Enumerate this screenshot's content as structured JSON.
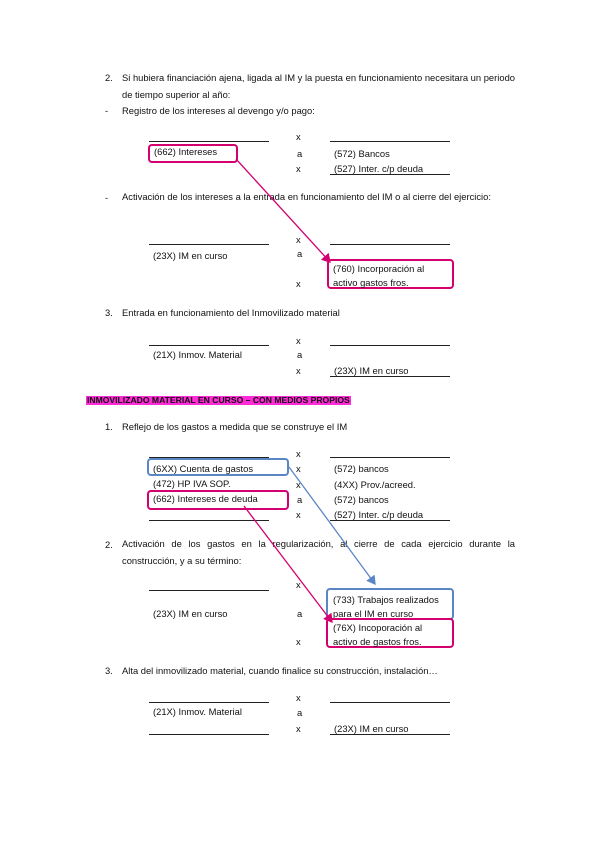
{
  "colors": {
    "pink_box": "#d4006f",
    "blue_box": "#5b86c6",
    "highlight": "#ff2bd6"
  },
  "section1": {
    "item2_num": "2.",
    "item2_text": "Si hubiera financiación ajena, ligada al IM y la puesta en funcionamiento necesitara un periodo de tiempo superior al año:",
    "bullet_a": "-",
    "bullet_a_text": "Registro de los intereses al devengo y/o pago:",
    "entry1": {
      "x1": "x",
      "debit": "(662) Intereses",
      "a": "a",
      "credit1": "(572) Bancos",
      "x2": "x",
      "credit2": "(527) Inter. c/p deuda"
    },
    "bullet_b": "-",
    "bullet_b_text": "Activación de los intereses a la entrada en funcionamiento del IM o al cierre del ejercicio:",
    "entry2": {
      "x1": "x",
      "debit": "(23X) IM en curso",
      "a": "a",
      "x2": "x",
      "credit_line1": "(760) Incorporación al",
      "credit_line2": "activo gastos fros."
    },
    "item3_num": "3.",
    "item3_text": "Entrada en funcionamiento del Inmovilizado material",
    "entry3": {
      "x1": "x",
      "debit": "(21X) Inmov. Material",
      "a": "a",
      "x2": "x",
      "credit": "(23X) IM en curso"
    }
  },
  "section2": {
    "heading": "INMOVILIZADO MATERIAL EN CURSO – CON MEDIOS PROPIOS",
    "item1_num": "1.",
    "item1_text": "Reflejo de los gastos a medida que se construye el IM",
    "entry1": {
      "x_top": "x",
      "rows": [
        {
          "debit": "(6XX) Cuenta de gastos",
          "mid": "x",
          "credit": "(572) bancos"
        },
        {
          "debit": "(472) HP IVA SOP.",
          "mid": "x",
          "credit": "(4XX) Prov./acreed."
        },
        {
          "debit": "(662) Intereses de deuda",
          "mid": "a",
          "credit": "(572) bancos"
        },
        {
          "debit": "",
          "mid": "x",
          "credit": "(527) Inter. c/p deuda"
        }
      ]
    },
    "item2_num": "2.",
    "item2_text": "Activación de los gastos en la regularización, al cierre de cada ejercicio durante la construcción, y a su término:",
    "entry2": {
      "x1": "x",
      "debit": "(23X) IM en curso",
      "a": "a",
      "x2": "x",
      "credit1_line1": "(733) Trabajos realizados",
      "credit1_line2": "para el IM en curso",
      "credit2_line1": "(76X) Incoporación al",
      "credit2_line2": "activo de gastos fros."
    },
    "item3_num": "3.",
    "item3_text": "Alta del inmovilizado material, cuando finalice su construcción, instalación…",
    "entry3": {
      "x1": "x",
      "debit": "(21X) Inmov. Material",
      "a": "a",
      "x2": "x",
      "credit": "(23X) IM en curso"
    }
  }
}
